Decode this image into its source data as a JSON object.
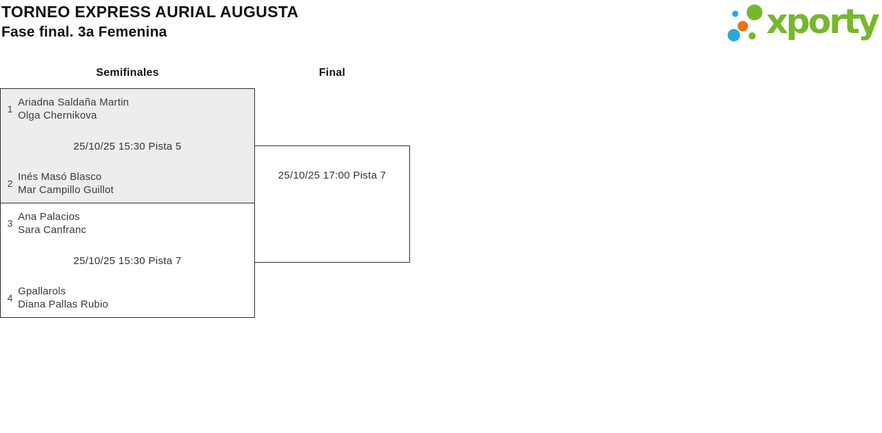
{
  "header": {
    "title": "TORNEO EXPRESS AURIAL AUGUSTA",
    "subtitle": "Fase final. 3a Femenina"
  },
  "logo": {
    "text": "xporty",
    "colors": {
      "green": "#76B82D",
      "blue": "#2CA8E0",
      "orange": "#E97414"
    }
  },
  "bracket": {
    "columns": [
      {
        "label": "Semifinales"
      },
      {
        "label": "Final"
      }
    ],
    "semifinals": [
      {
        "match_info": "25/10/25 15:30 Pista 5",
        "teams": [
          {
            "seed": "1",
            "players": [
              "Ariadna Saldaña Martin",
              "Olga Chernikova"
            ]
          },
          {
            "seed": "2",
            "players": [
              "Inés Masó Blasco",
              "Mar Campillo Guillot"
            ]
          }
        ]
      },
      {
        "match_info": "25/10/25 15:30 Pista 7",
        "teams": [
          {
            "seed": "3",
            "players": [
              "Ana Palacios",
              "Sara Canfranc"
            ]
          },
          {
            "seed": "4",
            "players": [
              "Gpallarols",
              "Diana Pallas Rubio"
            ]
          }
        ]
      }
    ],
    "final": {
      "match_info": "25/10/25 17:00 Pista 7"
    }
  }
}
